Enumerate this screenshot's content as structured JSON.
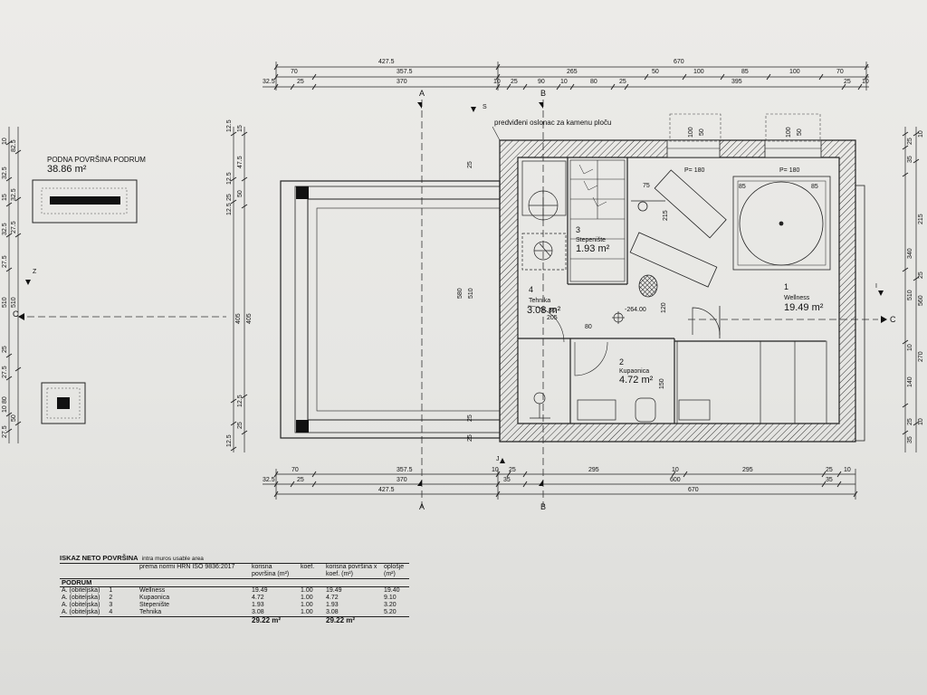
{
  "sheet": {
    "podna_title": "PODNA POVRŠINA PODRUM",
    "podna_value": "38.86 m²",
    "note_oslonac": "predviđeni oslonac za kamenu ploču",
    "elevation": "-264.00"
  },
  "section_markers": {
    "a": "A",
    "b": "B",
    "c": "C",
    "z": "Z",
    "s": "S",
    "j": "J",
    "i": "I"
  },
  "rooms": [
    {
      "num": "1",
      "name": "Wellness",
      "area": "19.49 m²"
    },
    {
      "num": "2",
      "name": "Kupaonica",
      "area": "4.72 m²"
    },
    {
      "num": "3",
      "name": "Stepenište",
      "area": "1.93 m²"
    },
    {
      "num": "4",
      "name": "Tehnika",
      "area": "3.08 m²"
    }
  ],
  "top_dims": {
    "row1": [
      "427.5",
      "670"
    ],
    "row2": [
      "70",
      "357.5",
      "265",
      "50",
      "100",
      "85",
      "100",
      "70"
    ],
    "row3": [
      "32.5",
      "25",
      "370",
      "10",
      "25",
      "90",
      "10",
      "80",
      "25",
      "395",
      "25",
      "10"
    ]
  },
  "bottom_dims": {
    "row1": [
      "70",
      "357.5",
      "10",
      "25",
      "295",
      "10",
      "295",
      "25",
      "10"
    ],
    "row2": [
      "32.5",
      "25",
      "370",
      "35",
      "600",
      "35"
    ],
    "row3": [
      "427.5",
      "670"
    ]
  },
  "inner_labels": [
    "100",
    "50",
    "100",
    "50",
    "P= 180",
    "P= 180",
    "75",
    "85",
    "85",
    "215",
    "120",
    "205",
    "80",
    "80",
    "150",
    "25",
    "580",
    "510",
    "405",
    "405",
    "25",
    "25"
  ],
  "left_dims": [
    "10",
    "32.5",
    "82.5",
    "15",
    "32.5",
    "27.5",
    "32.5",
    "27.5",
    "25",
    "10",
    "510",
    "510",
    "27.5",
    "80",
    "27.5",
    "50",
    "12.5",
    "15",
    "12.5",
    "47.5",
    "50",
    "12.5",
    "25",
    "12.5",
    "12.5",
    "25"
  ],
  "right_dims": [
    "25",
    "10",
    "35",
    "215",
    "340",
    "25",
    "510",
    "560",
    "10",
    "270",
    "140",
    "35",
    "25",
    "10"
  ],
  "legend": {
    "title": "ISKAZ NETO POVRŠINA",
    "subtitle": "intra muros usable area",
    "headers": [
      "prema normi HRN ISO 9836:2017",
      "korisna površina (m²)",
      "koef.",
      "korisna površina x koef. (m²)",
      "oplošje (m²)"
    ],
    "section": "PODRUM",
    "rows": [
      {
        "type": "A. (obiteljska)",
        "num": "1",
        "name": "Wellness",
        "area": "19.49",
        "coef": "1.00",
        "product": "19.49",
        "oplosje": "19.40"
      },
      {
        "type": "A. (obiteljska)",
        "num": "2",
        "name": "Kupaonica",
        "area": "4.72",
        "coef": "1.00",
        "product": "4.72",
        "oplosje": "9.10"
      },
      {
        "type": "A. (obiteljska)",
        "num": "3",
        "name": "Stepenište",
        "area": "1.93",
        "coef": "1.00",
        "product": "1.93",
        "oplosje": "3.20"
      },
      {
        "type": "A. (obiteljska)",
        "num": "4",
        "name": "Tehnika",
        "area": "3.08",
        "coef": "1.00",
        "product": "3.08",
        "oplosje": "5.20"
      }
    ],
    "total_area": "29.22 m²",
    "total_product": "29.22 m²"
  }
}
